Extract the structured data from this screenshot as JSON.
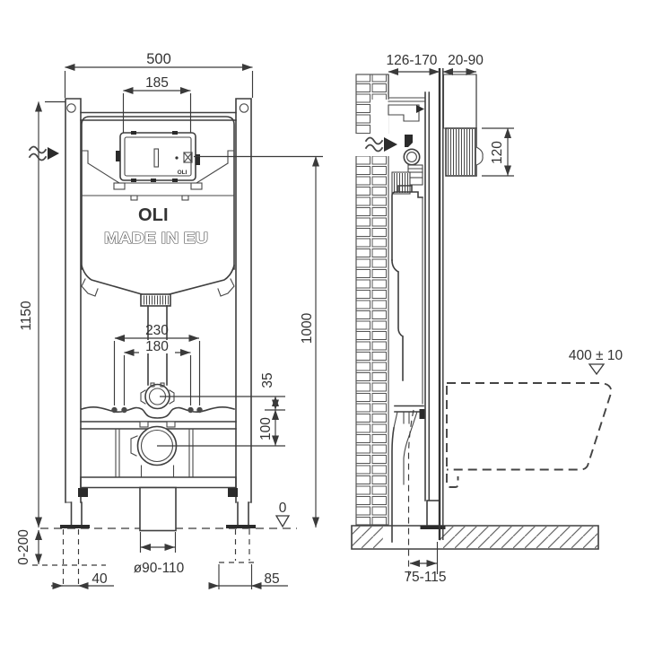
{
  "drawing": {
    "front_view": {
      "dim_width_overall": "500",
      "dim_plate_cutout_width": "185",
      "dim_frame_height": "1150",
      "dim_fixing_spacing_outer": "230",
      "dim_fixing_spacing_inner": "180",
      "dim_flushpipe_to_plate": "35",
      "dim_plate_to_drain": "100",
      "dim_foot_adjust_range": "0-200",
      "dim_foot_width": "40",
      "dim_foot_side_offset": "85",
      "dim_drain_diameter": "ø90-110",
      "floor_level": "0",
      "logo": "OLI",
      "made_in": "MADE IN EU",
      "panel_logo": "OLI"
    },
    "side_view": {
      "dim_frame_depth": "126-170",
      "dim_wall_finish": "20-90",
      "dim_plate_height": "120",
      "dim_top_height": "1000",
      "dim_bowl_height": "400 ± 10",
      "dim_drain_to_wall": "75-115"
    }
  }
}
